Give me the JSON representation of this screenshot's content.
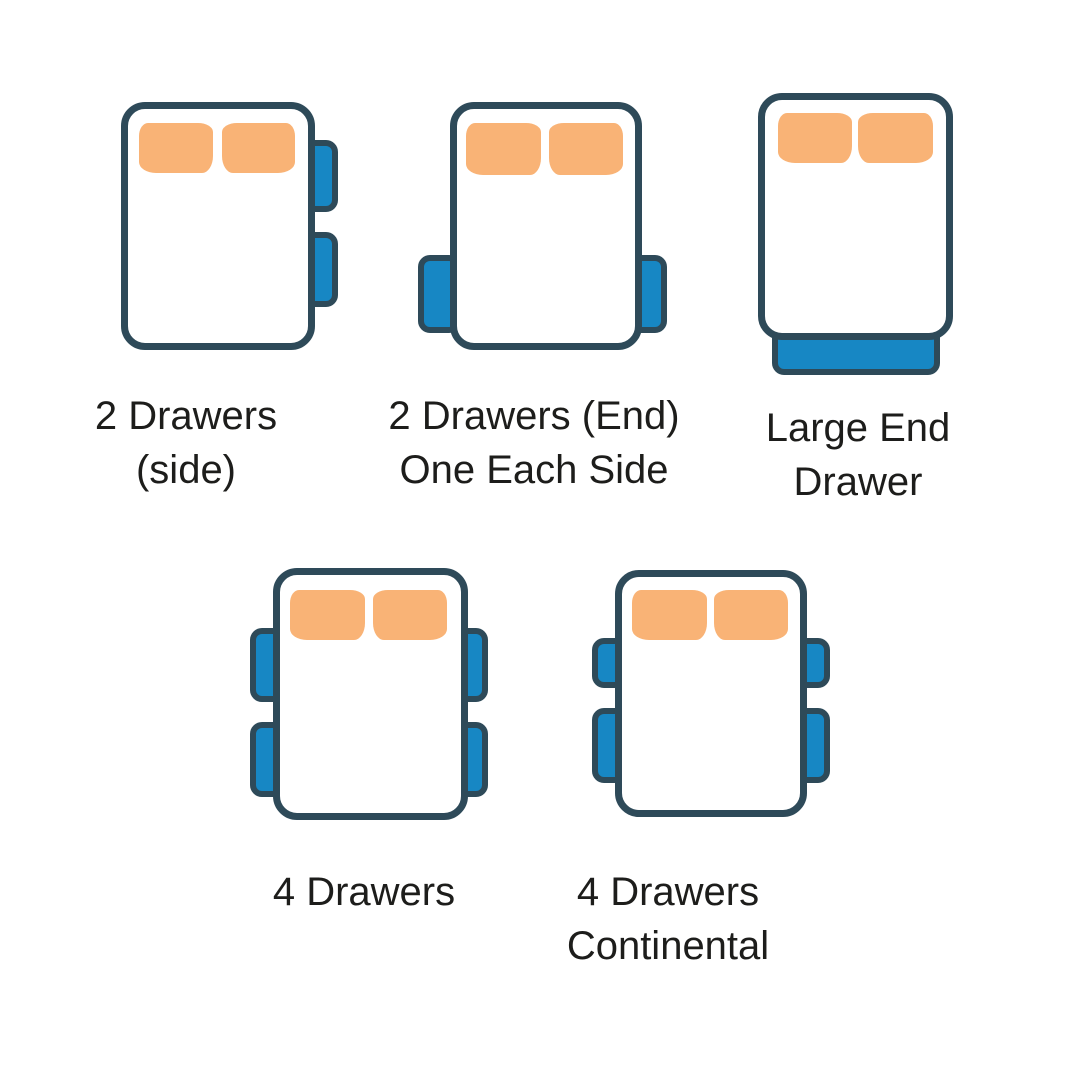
{
  "canvas": {
    "background": "#ffffff"
  },
  "colors": {
    "canvas-bg": "#ffffff",
    "outline": "#2e4a59",
    "drawer": "#1787c4",
    "pillow": "#f9b376",
    "text": "#1d1d1b"
  },
  "figures": [
    {
      "id": "2-drawers-side",
      "label_line1": "2 Drawers",
      "label_line2": "(side)",
      "drawer_count": 2,
      "drawer_placement": "two drawers on right side"
    },
    {
      "id": "2-drawers-end-one-each-side",
      "label_line1": "2 Drawers (End)",
      "label_line2": "One Each Side",
      "drawer_count": 2,
      "drawer_placement": "one drawer each side at foot end"
    },
    {
      "id": "large-end-drawer",
      "label_line1": "Large End",
      "label_line2": "Drawer",
      "drawer_count": 1,
      "drawer_placement": "single wide drawer at foot end"
    },
    {
      "id": "4-drawers",
      "label_line1": "4 Drawers",
      "drawer_count": 4,
      "drawer_placement": "two drawers each side, equal size"
    },
    {
      "id": "4-drawers-continental",
      "label_line1": "4 Drawers",
      "label_line2": "Continental",
      "drawer_count": 4,
      "drawer_placement": "two drawers each side, shorter head-end drawers"
    }
  ]
}
